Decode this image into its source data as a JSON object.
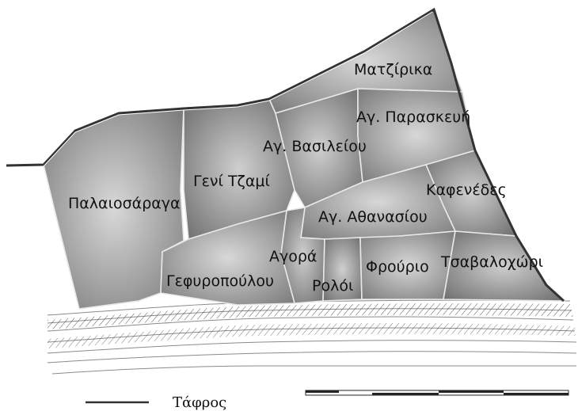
{
  "districts": [
    {
      "id": "palaiosaraga",
      "label": "Παλαιοσάραγα"
    },
    {
      "id": "geni-tzami",
      "label": "Γενί Τζαμί"
    },
    {
      "id": "matziriká",
      "label": "Ματζίρικα"
    },
    {
      "id": "ag-vasileiou",
      "label": "Αγ. Βασιλείου"
    },
    {
      "id": "ag-paraskevi",
      "label": "Αγ. Παρασκευή"
    },
    {
      "id": "kafenedes",
      "label": "Καφενέδες"
    },
    {
      "id": "ag-athanasiou",
      "label": "Αγ. Αθανασίου"
    },
    {
      "id": "agora",
      "label": "Αγορά"
    },
    {
      "id": "gefyropoulou",
      "label": "Γεφυροπούλου"
    },
    {
      "id": "roloi",
      "label": "Ρολόι"
    },
    {
      "id": "frourio",
      "label": "Φρούριο"
    },
    {
      "id": "tsavalochori",
      "label": "Τσαβαλοχώρι"
    }
  ],
  "legend": {
    "line_label": "Τάφρος"
  },
  "colors": {
    "district_dark": "#6e6e6e",
    "district_light": "#dcdcdc",
    "boundary": "#555555",
    "outline": "#333333"
  }
}
